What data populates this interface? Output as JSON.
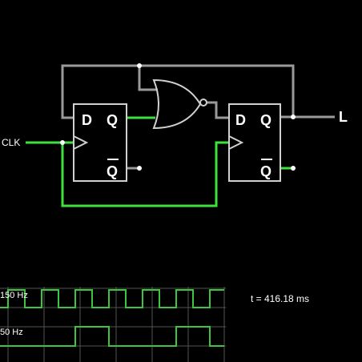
{
  "circuit": {
    "clk_label": "CLK",
    "output_label": "L",
    "flipflop1": {
      "d": "D",
      "q": "Q",
      "qbar": "Q"
    },
    "flipflop2": {
      "d": "D",
      "q": "Q",
      "qbar": "Q"
    },
    "gate": "NOR"
  },
  "scope": {
    "time_readout": "t = 416.18 ms",
    "trace1_label": "150 Hz",
    "trace2_label": "50 Hz"
  },
  "colors": {
    "background": "#000000",
    "wire_inactive": "#9a9a9a",
    "wire_active": "#3ee03e",
    "component": "#d0d0d0",
    "trace": "#3ec43e"
  }
}
